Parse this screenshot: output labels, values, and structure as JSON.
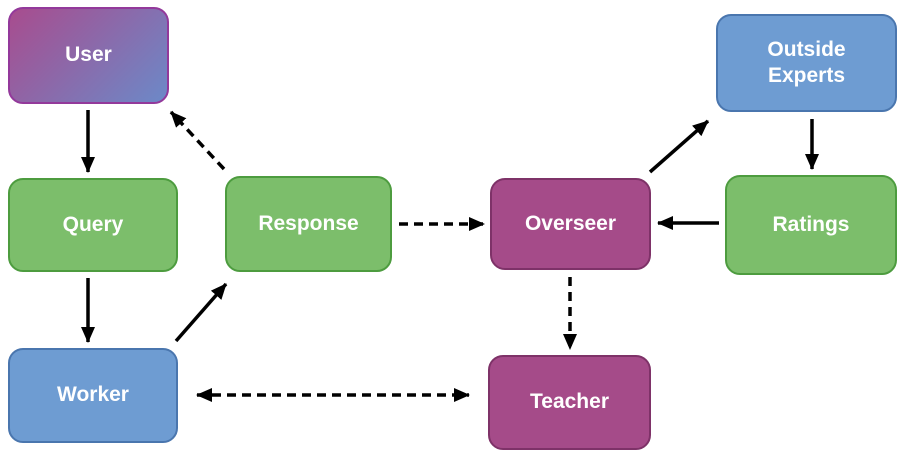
{
  "diagram": {
    "kind": "flowchart",
    "background": "#ffffff",
    "text_color": "#ffffff",
    "arrow_color": "#000000",
    "nodes": [
      {
        "id": "user",
        "label": "User",
        "shape": "rounded-rect",
        "fill_gradient": [
          "#a84c8e",
          "#6c89c8"
        ],
        "border": "#93399b",
        "text": "#ffffff"
      },
      {
        "id": "query",
        "label": "Query",
        "shape": "rounded-rect",
        "fill": "#7cbe6b",
        "border": "#4d9c3f",
        "text": "#ffffff"
      },
      {
        "id": "worker",
        "label": "Worker",
        "shape": "rounded-rect",
        "fill": "#6e9cd2",
        "border": "#4a76ae",
        "text": "#ffffff"
      },
      {
        "id": "response",
        "label": "Response",
        "shape": "rounded-rect",
        "fill": "#7cbe6b",
        "border": "#4d9c3f",
        "text": "#ffffff"
      },
      {
        "id": "overseer",
        "label": "Overseer",
        "shape": "rounded-rect",
        "fill": "#a54b89",
        "border": "#7e3268",
        "text": "#ffffff"
      },
      {
        "id": "teacher",
        "label": "Teacher",
        "shape": "rounded-rect",
        "fill": "#a54b89",
        "border": "#7e3268",
        "text": "#ffffff"
      },
      {
        "id": "outside_experts",
        "label": "Outside Experts",
        "shape": "rounded-rect",
        "fill": "#6e9cd2",
        "border": "#4a76ae",
        "text": "#ffffff"
      },
      {
        "id": "ratings",
        "label": "Ratings",
        "shape": "rounded-rect",
        "fill": "#7cbe6b",
        "border": "#4d9c3f",
        "text": "#ffffff"
      }
    ],
    "edges": [
      {
        "from": "user",
        "to": "query",
        "style": "solid",
        "arrows": "end"
      },
      {
        "from": "query",
        "to": "worker",
        "style": "solid",
        "arrows": "end"
      },
      {
        "from": "worker",
        "to": "response",
        "style": "solid",
        "arrows": "end"
      },
      {
        "from": "response",
        "to": "user",
        "style": "dashed",
        "arrows": "end"
      },
      {
        "from": "response",
        "to": "overseer",
        "style": "dashed",
        "arrows": "end"
      },
      {
        "from": "overseer",
        "to": "outside_experts",
        "style": "solid",
        "arrows": "end"
      },
      {
        "from": "outside_experts",
        "to": "ratings",
        "style": "solid",
        "arrows": "end"
      },
      {
        "from": "ratings",
        "to": "overseer",
        "style": "solid",
        "arrows": "end"
      },
      {
        "from": "overseer",
        "to": "teacher",
        "style": "dashed",
        "arrows": "end"
      },
      {
        "from": "worker",
        "to": "teacher",
        "style": "dashed",
        "arrows": "both"
      }
    ]
  }
}
